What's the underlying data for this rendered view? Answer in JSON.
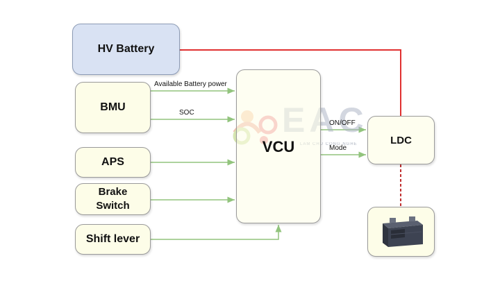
{
  "blocks": {
    "hv_battery": "HV Battery",
    "bmu": "BMU",
    "aps": "APS",
    "brake_line1": "Brake",
    "brake_line2": "Switch",
    "shift_lever": "Shift lever",
    "vcu": "VCU",
    "ldc": "LDC"
  },
  "signals": {
    "available_power": "Available Battery power",
    "soc": "SOC",
    "on_off": "ON/OFF",
    "mode": "Mode"
  },
  "watermark": {
    "logo_text": "EAC",
    "tagline": "LAM CHU CONG NGHE"
  },
  "colors": {
    "signal_green": "#92c47d",
    "power_red": "#e03030",
    "hv_fill": "#d9e2f3",
    "block_fill": "#fdfde8"
  },
  "icons": {
    "battery": "12v-battery-icon"
  }
}
